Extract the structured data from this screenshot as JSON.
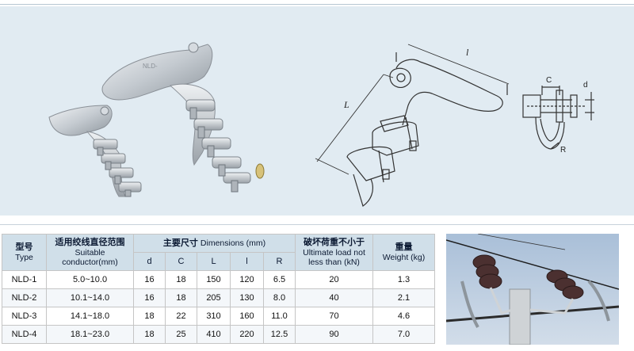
{
  "product_label": "NLD-",
  "diagram": {
    "dim_letters": {
      "l": "l",
      "L": "L",
      "C": "C",
      "d": "d",
      "R": "R"
    }
  },
  "table": {
    "headers": {
      "type_cn": "型号",
      "type_en": "Type",
      "conductor_cn": "适用绞线直径范围",
      "conductor_en": "Suitable conductor(mm)",
      "dims_cn": "主要尺寸",
      "dims_en": "Dimensions (mm)",
      "load_cn": "破坏荷重不小于",
      "load_en": "Ultimate load not less than (kN)",
      "weight_cn": "重量",
      "weight_en": "Weight (kg)",
      "d": "d",
      "C": "C",
      "L": "L",
      "l": "l",
      "R": "R"
    },
    "rows": [
      {
        "type": "NLD-1",
        "conductor": "5.0~10.0",
        "d": "16",
        "C": "18",
        "L": "150",
        "l": "120",
        "R": "6.5",
        "load": "20",
        "weight": "1.3"
      },
      {
        "type": "NLD-2",
        "conductor": "10.1~14.0",
        "d": "16",
        "C": "18",
        "L": "205",
        "l": "130",
        "R": "8.0",
        "load": "40",
        "weight": "2.1"
      },
      {
        "type": "NLD-3",
        "conductor": "14.1~18.0",
        "d": "18",
        "C": "22",
        "L": "310",
        "l": "160",
        "R": "11.0",
        "load": "70",
        "weight": "4.6"
      },
      {
        "type": "NLD-4",
        "conductor": "18.1~23.0",
        "d": "18",
        "C": "25",
        "L": "410",
        "l": "220",
        "R": "12.5",
        "load": "90",
        "weight": "7.0"
      }
    ]
  },
  "colors": {
    "hero_bg": "#e1ebf2",
    "header_bg": "#d0dfe9",
    "metal": "#c9ced3",
    "line": "#333333",
    "sky": "#b9cbdf",
    "insulator": "#4b3030"
  }
}
